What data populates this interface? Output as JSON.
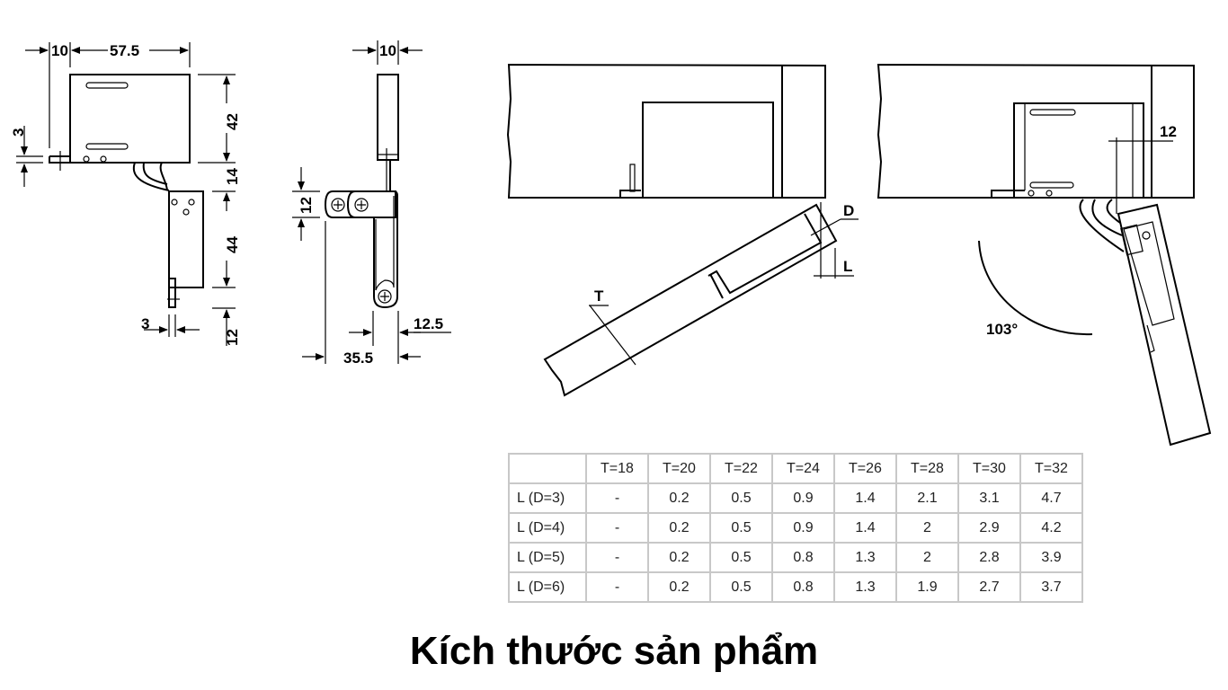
{
  "drawing_1_side_view": {
    "dims": {
      "d10": "10",
      "d57_5": "57.5",
      "d42": "42",
      "d14": "14",
      "d44": "44",
      "d3_top": "3",
      "d3_bottom": "3",
      "d12": "12"
    }
  },
  "drawing_2_front_view": {
    "dims": {
      "d10": "10",
      "d12": "12",
      "d12_5": "12.5",
      "d35_5": "35.5"
    }
  },
  "drawing_3_install": {
    "labels": {
      "T": "T",
      "D": "D",
      "L": "L"
    }
  },
  "drawing_4_open": {
    "labels": {
      "d12": "12",
      "angle": "103°"
    }
  },
  "table": {
    "headers": [
      "",
      "T=18",
      "T=20",
      "T=22",
      "T=24",
      "T=26",
      "T=28",
      "T=30",
      "T=32"
    ],
    "rows": [
      {
        "label": "L (D=3)",
        "values": [
          "-",
          "0.2",
          "0.5",
          "0.9",
          "1.4",
          "2.1",
          "3.1",
          "4.7"
        ]
      },
      {
        "label": "L (D=4)",
        "values": [
          "-",
          "0.2",
          "0.5",
          "0.9",
          "1.4",
          "2",
          "2.9",
          "4.2"
        ]
      },
      {
        "label": "L (D=5)",
        "values": [
          "-",
          "0.2",
          "0.5",
          "0.8",
          "1.3",
          "2",
          "2.8",
          "3.9"
        ]
      },
      {
        "label": "L (D=6)",
        "values": [
          "-",
          "0.2",
          "0.5",
          "0.8",
          "1.3",
          "1.9",
          "2.7",
          "3.7"
        ]
      }
    ]
  },
  "caption": "Kích thước sản phẩm"
}
